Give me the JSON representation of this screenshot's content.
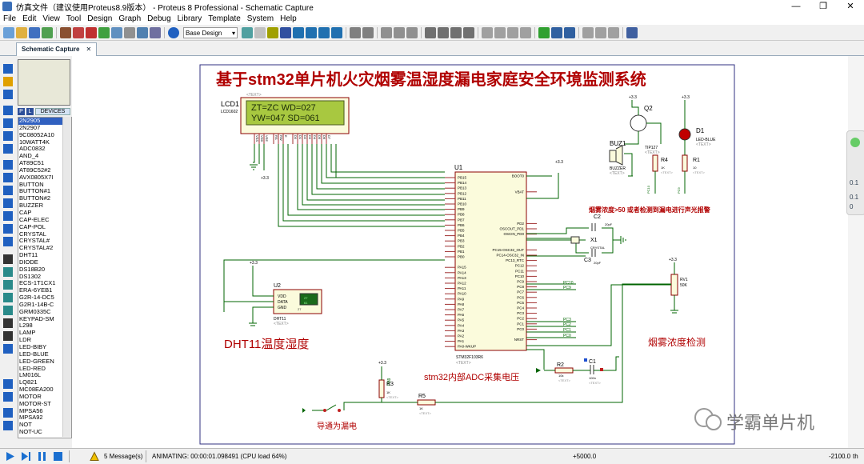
{
  "window": {
    "title": "仿真文件（建议使用Proteus8.9版本） - Proteus 8 Professional - Schematic Capture",
    "min": "—",
    "max": "❐",
    "close": "✕"
  },
  "menu": [
    "File",
    "Edit",
    "View",
    "Tool",
    "Design",
    "Graph",
    "Debug",
    "Library",
    "Template",
    "System",
    "Help"
  ],
  "toolbar": {
    "variant": "Base Design"
  },
  "tab": {
    "label": "Schematic Capture",
    "close": "✕"
  },
  "devices": {
    "p_label": "P",
    "l_label": "L",
    "header": "DEVICES",
    "items": [
      "2N2905",
      "2N2907",
      "9C08052A10",
      "10WATT4K",
      "ADC0832",
      "AND_4",
      "AT89C51",
      "AT89C52#2",
      "AVX0805X7I",
      "BUTTON",
      "BUTTON#1",
      "BUTTON#2",
      "BUZZER",
      "CAP",
      "CAP-ELEC",
      "CAP-POL",
      "CRYSTAL",
      "CRYSTAL#",
      "CRYSTAL#2",
      "DHT11",
      "DIODE",
      "DS18B20",
      "DS1302",
      "ECS-1T1CX1",
      "ERA-6YEB1",
      "G2R-14-DC5",
      "G2R1-14B-C",
      "GRM0335C",
      "KEYPAD-SM",
      "L298",
      "LAMP",
      "LDR",
      "LED-BIBY",
      "LED-BLUE",
      "LED-GREEN",
      "LED-RED",
      "LM016L",
      "LQ821",
      "MC08EA200",
      "MOTOR",
      "MOTOR-ST",
      "MPSA56",
      "MPSA92",
      "NOT",
      "NOT-UC"
    ],
    "selected": 0
  },
  "schematic": {
    "title": "基于stm32单片机火灾烟雾温湿度漏电家庭安全环境监测系统",
    "lcd": {
      "ref": "LCD1",
      "part": "LCD1602",
      "line1": "ZT=ZC  WD=027",
      "line2": "YW=047  SD=061",
      "text": "<TEXT>"
    },
    "mcu": {
      "ref": "U1",
      "part": "STM32F103R6",
      "text": "<TEXT>"
    },
    "dht": {
      "ref": "U2",
      "part": "DHT11",
      "pins": [
        "VDD",
        "DATA",
        "GND"
      ],
      "temp": "27",
      "hum": "61",
      "temp_val": "27",
      "text": "<TEXT>"
    },
    "buzzer": {
      "ref": "BUZ1",
      "part": "BUZZER",
      "text": "<TEXT>"
    },
    "q2": {
      "ref": "Q2",
      "part": "TIP127",
      "text": "<TEXT>"
    },
    "r4": {
      "ref": "R4",
      "val": "1K",
      "text": "<TEXT>"
    },
    "d1": {
      "ref": "D1",
      "part": "LED-BLUE",
      "text": "<TEXT>"
    },
    "r1": {
      "ref": "R1",
      "val": "10",
      "text": "<TEXT>"
    },
    "c2": {
      "ref": "C2",
      "val": "20pF"
    },
    "x1": {
      "ref": "X1",
      "val": "CRYSTAL"
    },
    "c3": {
      "ref": "C3",
      "val": "20pF"
    },
    "rv1": {
      "ref": "RV1",
      "val": "50K"
    },
    "r2": {
      "ref": "R2",
      "val": "10k",
      "text": "<TEXT>"
    },
    "c1": {
      "ref": "C1",
      "val": "100n",
      "text": "<TEXT>"
    },
    "r3": {
      "ref": "R3",
      "val": "1K",
      "text": "<TEXT>"
    },
    "r5": {
      "ref": "R5",
      "val": "1K",
      "text": "<TEXT>"
    },
    "power": "+3.3",
    "labels": {
      "alarm_note": "烟雾浓度>50 或者检测到漏电进行声光报警",
      "dht_title": "DHT11温度湿度",
      "smoke_title": "烟雾浓度检测",
      "adc_title": "stm32内部ADC采集电压",
      "leak_note": "导通为漏电"
    },
    "pin_left": [
      "PB15",
      "PB14",
      "PB13",
      "PB12",
      "PB11",
      "PB10",
      "PB9",
      "PB8",
      "PB7",
      "PB6",
      "PB5",
      "PB4",
      "PB3",
      "PB2",
      "PB1",
      "PB0",
      "",
      "PA15",
      "PA14",
      "PA13",
      "PA12",
      "PA11",
      "PA10",
      "PA9",
      "PA8",
      "PA7",
      "PA6",
      "PA5",
      "PA4",
      "PA3",
      "PA2",
      "PA1",
      "PA0-WKUP"
    ],
    "pin_right": [
      "BOOT0",
      "",
      "",
      "VBAT",
      "",
      "",
      "",
      "",
      "",
      "PD2",
      "OSCOUT_PD1",
      "OSCIN_PD0",
      "",
      "",
      "PC15-OSC32_OUT",
      "PC14-OSC32_IN",
      "PC13_RTC",
      "PC12",
      "PC11",
      "PC10",
      "PC9",
      "PC8",
      "PC7",
      "PC6",
      "PC5",
      "PC4",
      "PC3",
      "PC2",
      "PC1",
      "PC0",
      "",
      "NRST"
    ],
    "lcd_pins": [
      "VSS",
      "VDD",
      "VEE",
      "RS",
      "RW",
      "E",
      "D0",
      "D1",
      "D2",
      "D3",
      "D4",
      "D5",
      "D6",
      "D7"
    ],
    "net_labels": {
      "pc10": "PC10",
      "pc9": "PC9",
      "pc3": "PC3",
      "pc2": "PC2",
      "pc1": "PC1",
      "pc0": "PC0",
      "pb9": "PB9"
    }
  },
  "watermark": "学霸单片机",
  "rightwidget": {
    "v1": "0.1",
    "v2": "0.1",
    "v3": "0"
  },
  "status": {
    "messages": "5 Message(s)",
    "animating": "ANIMATING: 00:00:01.098491 (CPU load 64%)",
    "coord1": "+5000.0",
    "coord2": "-2100.0",
    "unit": "th"
  },
  "colors": {
    "wire": "#006400",
    "body": "#fbfbdc",
    "outline": "#8b0000",
    "title": "#b00000",
    "pin": "#a03030",
    "lcd": "#a8c840"
  }
}
